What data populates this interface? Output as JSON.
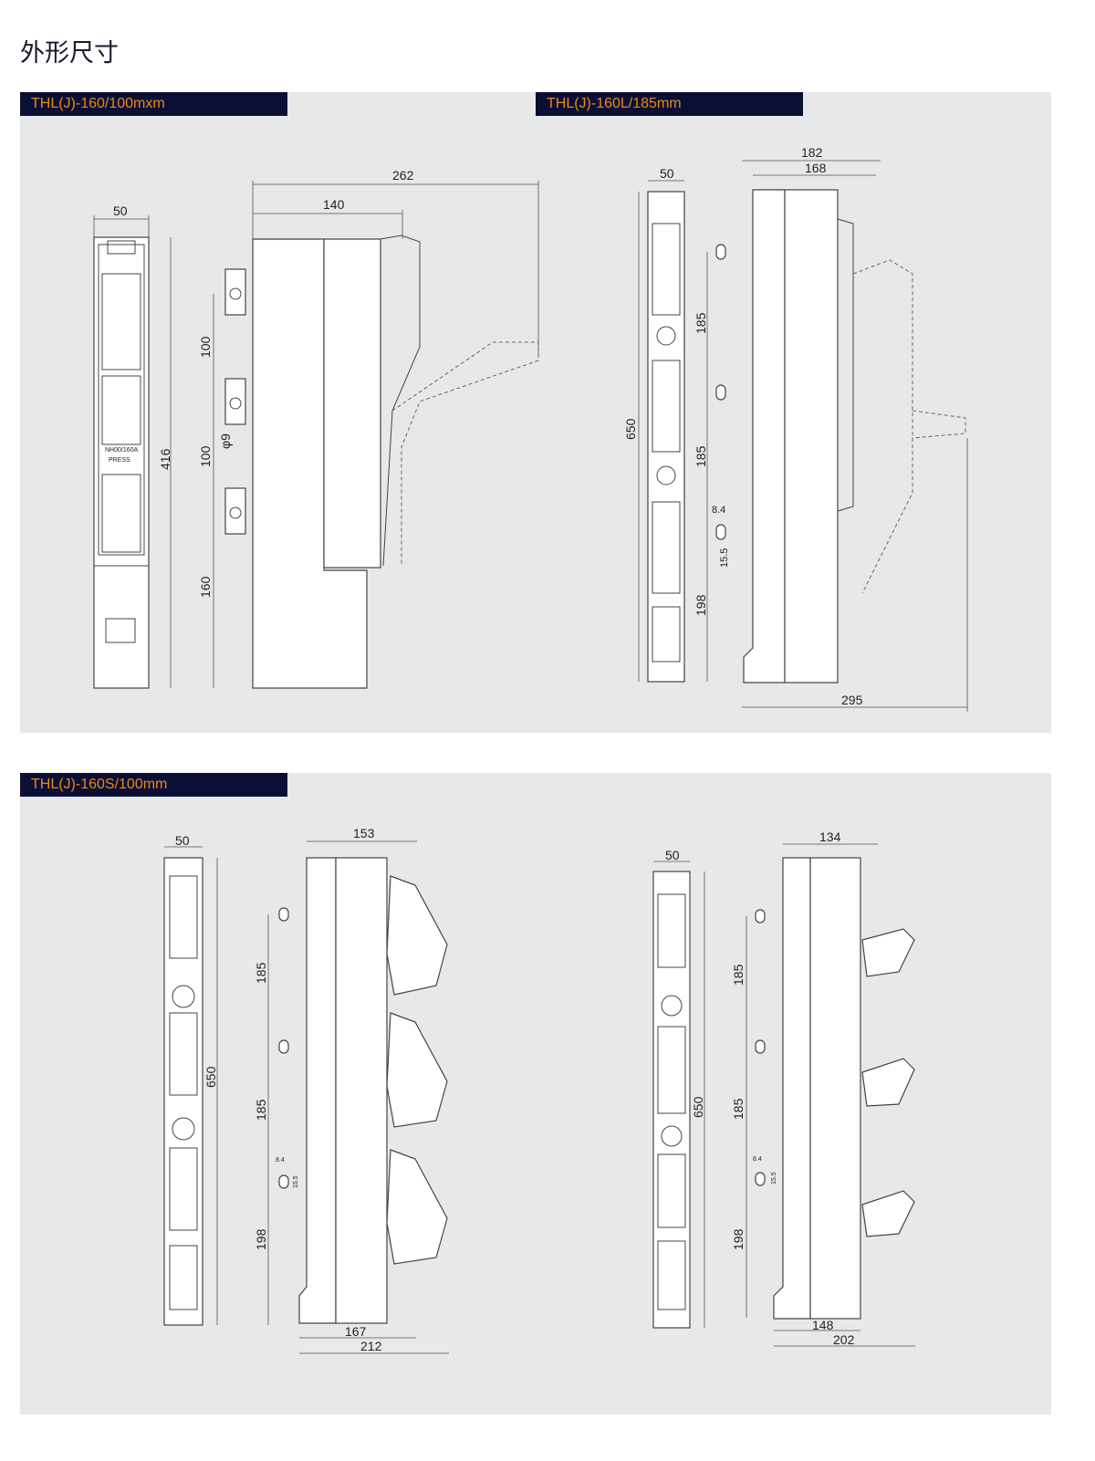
{
  "page_title": "外形尺寸",
  "models": [
    {
      "label": "THL(J)-160/100mxm"
    },
    {
      "label": "THL(J)-160L/185mm"
    },
    {
      "label": "THL(J)-160S/100mm"
    }
  ],
  "drawing_a": {
    "width": "50",
    "height": "416",
    "depth_total": "262",
    "depth_body": "140",
    "pitch1": "100",
    "pitch2": "100",
    "bottom": "160",
    "hole": "φ9",
    "fuse_label": "NH00/160A",
    "press_label": "PRESS"
  },
  "drawing_b": {
    "width": "50",
    "height": "650",
    "depth_total": "182",
    "depth_body": "168",
    "pitch1": "185",
    "pitch2": "185",
    "slot_w": "8.4",
    "slot_h": "15.5",
    "bottom": "198",
    "open_depth": "295"
  },
  "drawing_c1": {
    "width": "50",
    "height": "650",
    "depth_top": "153",
    "pitch1": "185",
    "pitch2": "185",
    "slot_w": "8.4",
    "slot_h": "15.5",
    "bottom": "198",
    "depth_body": "167",
    "depth_total": "212"
  },
  "drawing_c2": {
    "width": "50",
    "height": "650",
    "depth_top": "134",
    "pitch1": "185",
    "pitch2": "185",
    "slot_w": "8.4",
    "slot_h": "15.5",
    "bottom": "198",
    "depth_body": "148",
    "depth_total": "202"
  }
}
